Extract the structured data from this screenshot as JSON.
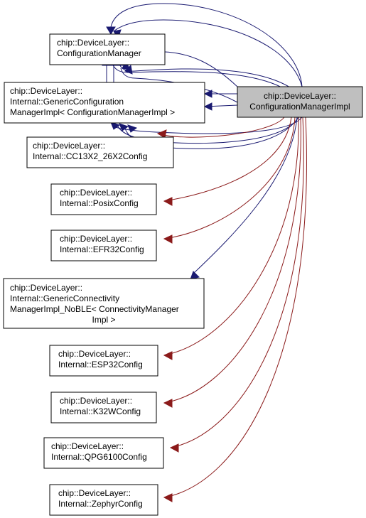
{
  "colors": {
    "inherit_edge": "#191970",
    "usage_edge": "#8b1a1a",
    "target_fill": "#bfbfbf"
  },
  "nodes": {
    "target": {
      "lines": [
        "chip::DeviceLayer::",
        "ConfigurationManagerImpl"
      ]
    },
    "configuration_manager": {
      "lines": [
        "chip::DeviceLayer::",
        "ConfigurationManager"
      ]
    },
    "generic_configuration_manager_impl": {
      "lines": [
        "chip::DeviceLayer::",
        "Internal::GenericConfiguration",
        "ManagerImpl< ConfigurationManagerImpl >"
      ]
    },
    "cc13x2_26x2_config": {
      "lines": [
        "chip::DeviceLayer::",
        "Internal::CC13X2_26X2Config"
      ]
    },
    "posix_config": {
      "lines": [
        "chip::DeviceLayer::",
        "Internal::PosixConfig"
      ]
    },
    "efr32_config": {
      "lines": [
        "chip::DeviceLayer::",
        "Internal::EFR32Config"
      ]
    },
    "generic_connectivity_manager_impl_noble": {
      "lines": [
        "chip::DeviceLayer::",
        "Internal::GenericConnectivity",
        "ManagerImpl_NoBLE< ConnectivityManager",
        "Impl >"
      ]
    },
    "esp32_config": {
      "lines": [
        "chip::DeviceLayer::",
        "Internal::ESP32Config"
      ]
    },
    "k32w_config": {
      "lines": [
        "chip::DeviceLayer::",
        "Internal::K32WConfig"
      ]
    },
    "qpg6100_config": {
      "lines": [
        "chip::DeviceLayer::",
        "Internal::QPG6100Config"
      ]
    },
    "zephyr_config": {
      "lines": [
        "chip::DeviceLayer::",
        "Internal::ZephyrConfig"
      ]
    }
  }
}
